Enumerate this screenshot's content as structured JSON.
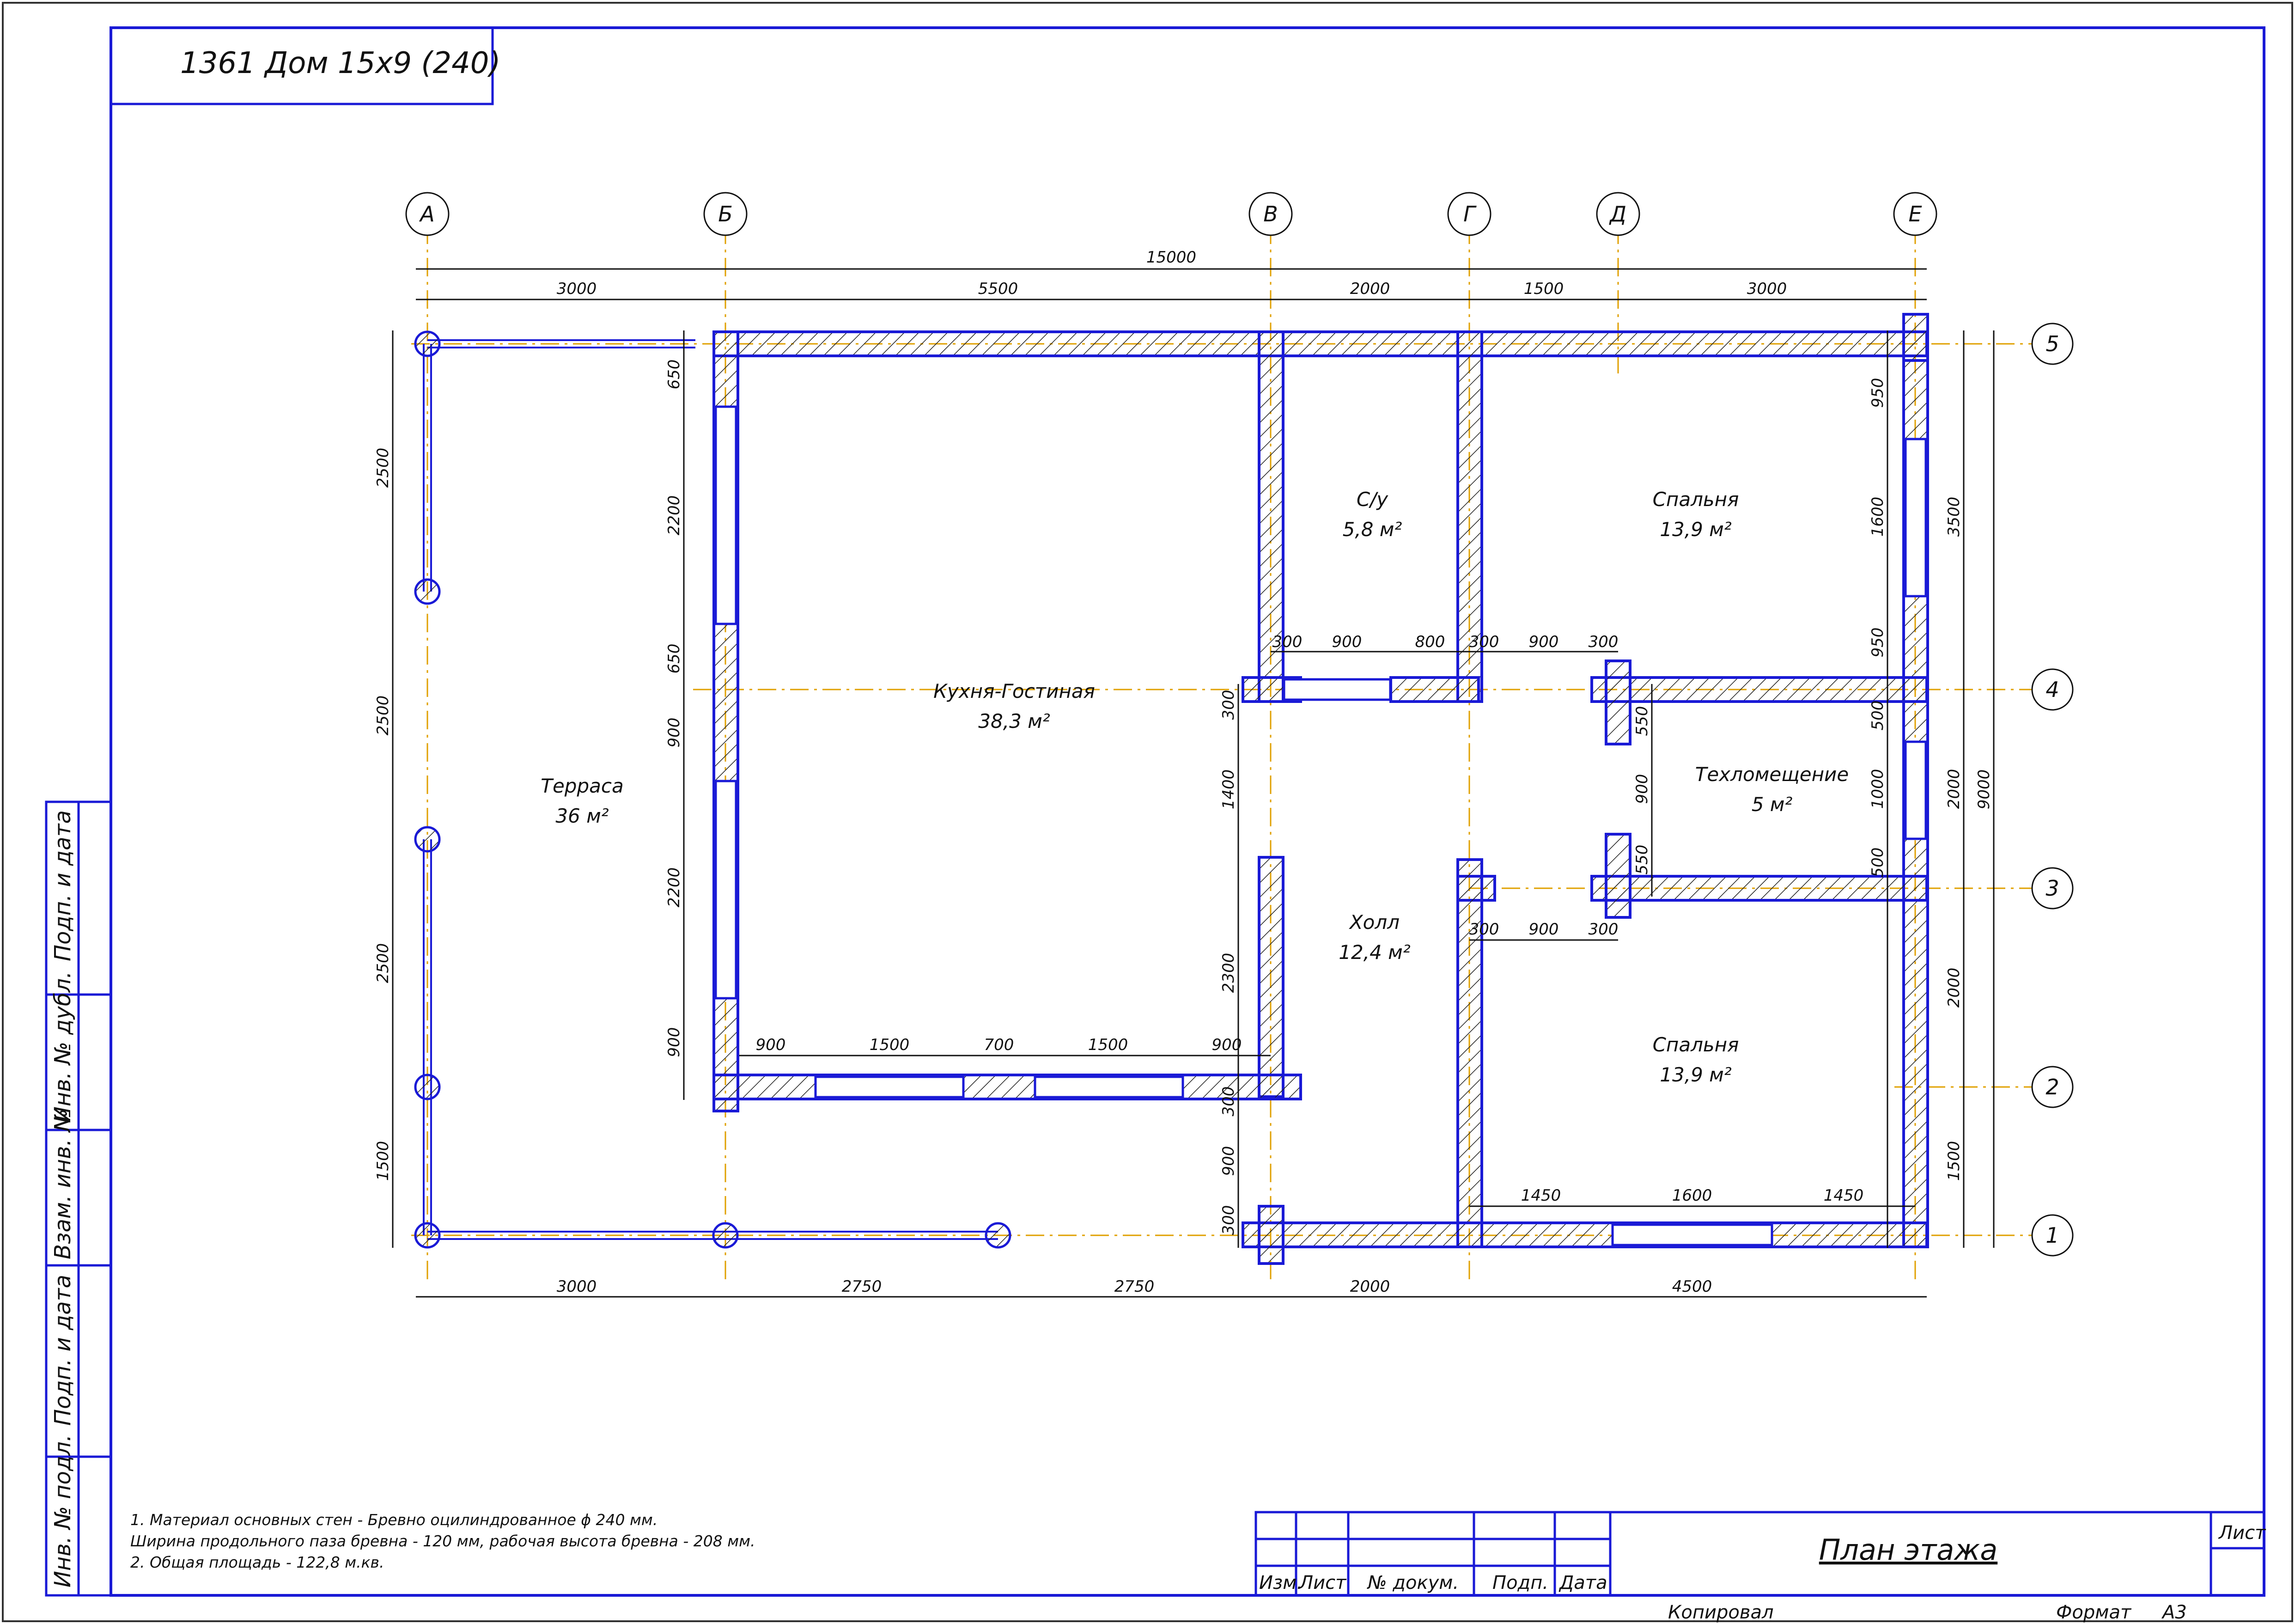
{
  "title": "1361 Дом 15х9 (240)",
  "axes_letters": [
    "А",
    "Б",
    "В",
    "Г",
    "Д",
    "Е"
  ],
  "axes_numbers": [
    "1",
    "2",
    "3",
    "4",
    "5"
  ],
  "dims": {
    "top_total": "15000",
    "top": [
      "3000",
      "5500",
      "2000",
      "1500",
      "3000"
    ],
    "bottom": [
      "3000",
      "2750",
      "2750",
      "2000",
      "4500"
    ],
    "left_outer": [
      "1500",
      "2500",
      "2500",
      "2500"
    ],
    "left_inner": [
      "900",
      "2200",
      "900",
      "650",
      "2200",
      "650"
    ],
    "right_inner": [
      "1500",
      "2000",
      "2000",
      "3500"
    ],
    "right_total": "9000",
    "right_windows": [
      "950",
      "1600",
      "950",
      "500",
      "1000",
      "500"
    ],
    "kitchen_bottom": [
      "900",
      "1500",
      "700",
      "1500",
      "900"
    ],
    "hall_vertical": [
      "300",
      "900",
      "300",
      "2300",
      "1400",
      "300"
    ],
    "partition_row4": [
      "300",
      "900",
      "800",
      "300",
      "900",
      "300"
    ],
    "tech_vertical": [
      "550",
      "900",
      "550"
    ],
    "partition_row3": [
      "300",
      "900",
      "300"
    ],
    "bedroom_bottom": [
      "1450",
      "1600",
      "1450"
    ]
  },
  "rooms": {
    "terrace": {
      "name": "Терраса",
      "area": "36 м²"
    },
    "kitchen": {
      "name": "Кухня-Гостиная",
      "area": "38,3 м²"
    },
    "bath": {
      "name": "С/у",
      "area": "5,8 м²"
    },
    "bedroom_top": {
      "name": "Спальня",
      "area": "13,9 м²"
    },
    "tech": {
      "name": "Техломещение",
      "area": "5 м²"
    },
    "hall": {
      "name": "Холл",
      "area": "12,4 м²"
    },
    "bedroom_bottom": {
      "name": "Спальня",
      "area": "13,9 м²"
    }
  },
  "side_labels": [
    "Подп. и дата",
    "Инв. № дубл.",
    "Взам. инв. №",
    "Подп. и дата",
    "Инв. № подл."
  ],
  "notes": [
    "1. Материал основных стен - Бревно оцилиндрованное ϕ 240 мм.",
    "Ширина продольного паза бревна - 120 мм, рабочая высота бревна - 208 мм.",
    "2. Общая площадь - 122,8 м.кв."
  ],
  "title_block": {
    "headers": [
      "Изм.",
      "Лист",
      "№ докум.",
      "Подп.",
      "Дата"
    ],
    "sheet_title": "План этажа",
    "sheet_label": "Лист",
    "copied": "Копировал",
    "format_label": "Формат",
    "format_value": "А3"
  },
  "colors": {
    "wall": "#1a1ad6",
    "axis": "#e0a000",
    "line": "#111111"
  }
}
